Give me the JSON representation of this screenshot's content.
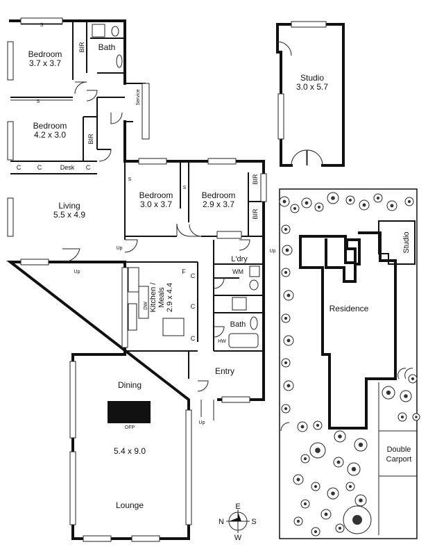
{
  "rooms": {
    "bedroom1": {
      "name": "Bedroom",
      "size": "3.7 x 3.7"
    },
    "bedroom2": {
      "name": "Bedroom",
      "size": "4.2 x 3.0"
    },
    "bedroom3": {
      "name": "Bedroom",
      "size": "3.0 x 3.7"
    },
    "bedroom4": {
      "name": "Bedroom",
      "size": "2.9 x 3.7"
    },
    "living": {
      "name": "Living",
      "size": "5.5 x 4.9"
    },
    "studio": {
      "name": "Studio",
      "size": "3.0 x 5.7"
    },
    "kitchen": {
      "name": "Kitchen /",
      "name2": "Meals",
      "size": "2.9 x 4.4"
    },
    "dining_lounge": {
      "name_top": "Dining",
      "size": "5.4 x 9.0",
      "name_bottom": "Lounge"
    },
    "bath1": "Bath",
    "bath2": "Bath",
    "laundry": "L'dry",
    "entry": "Entry",
    "service": "Service"
  },
  "fixtures": {
    "bir": "BIR",
    "s": "S",
    "c": "C",
    "f": "F",
    "desk": "Desk",
    "wm": "WM",
    "hw": "HW",
    "dw": "DW",
    "ofp": "OFP",
    "up": "Up"
  },
  "site": {
    "residence": "Residence",
    "studio": "Studio",
    "carport_line1": "Double",
    "carport_line2": "Carport"
  },
  "compass": {
    "n": "N",
    "e": "E",
    "s": "S",
    "w": "W"
  }
}
